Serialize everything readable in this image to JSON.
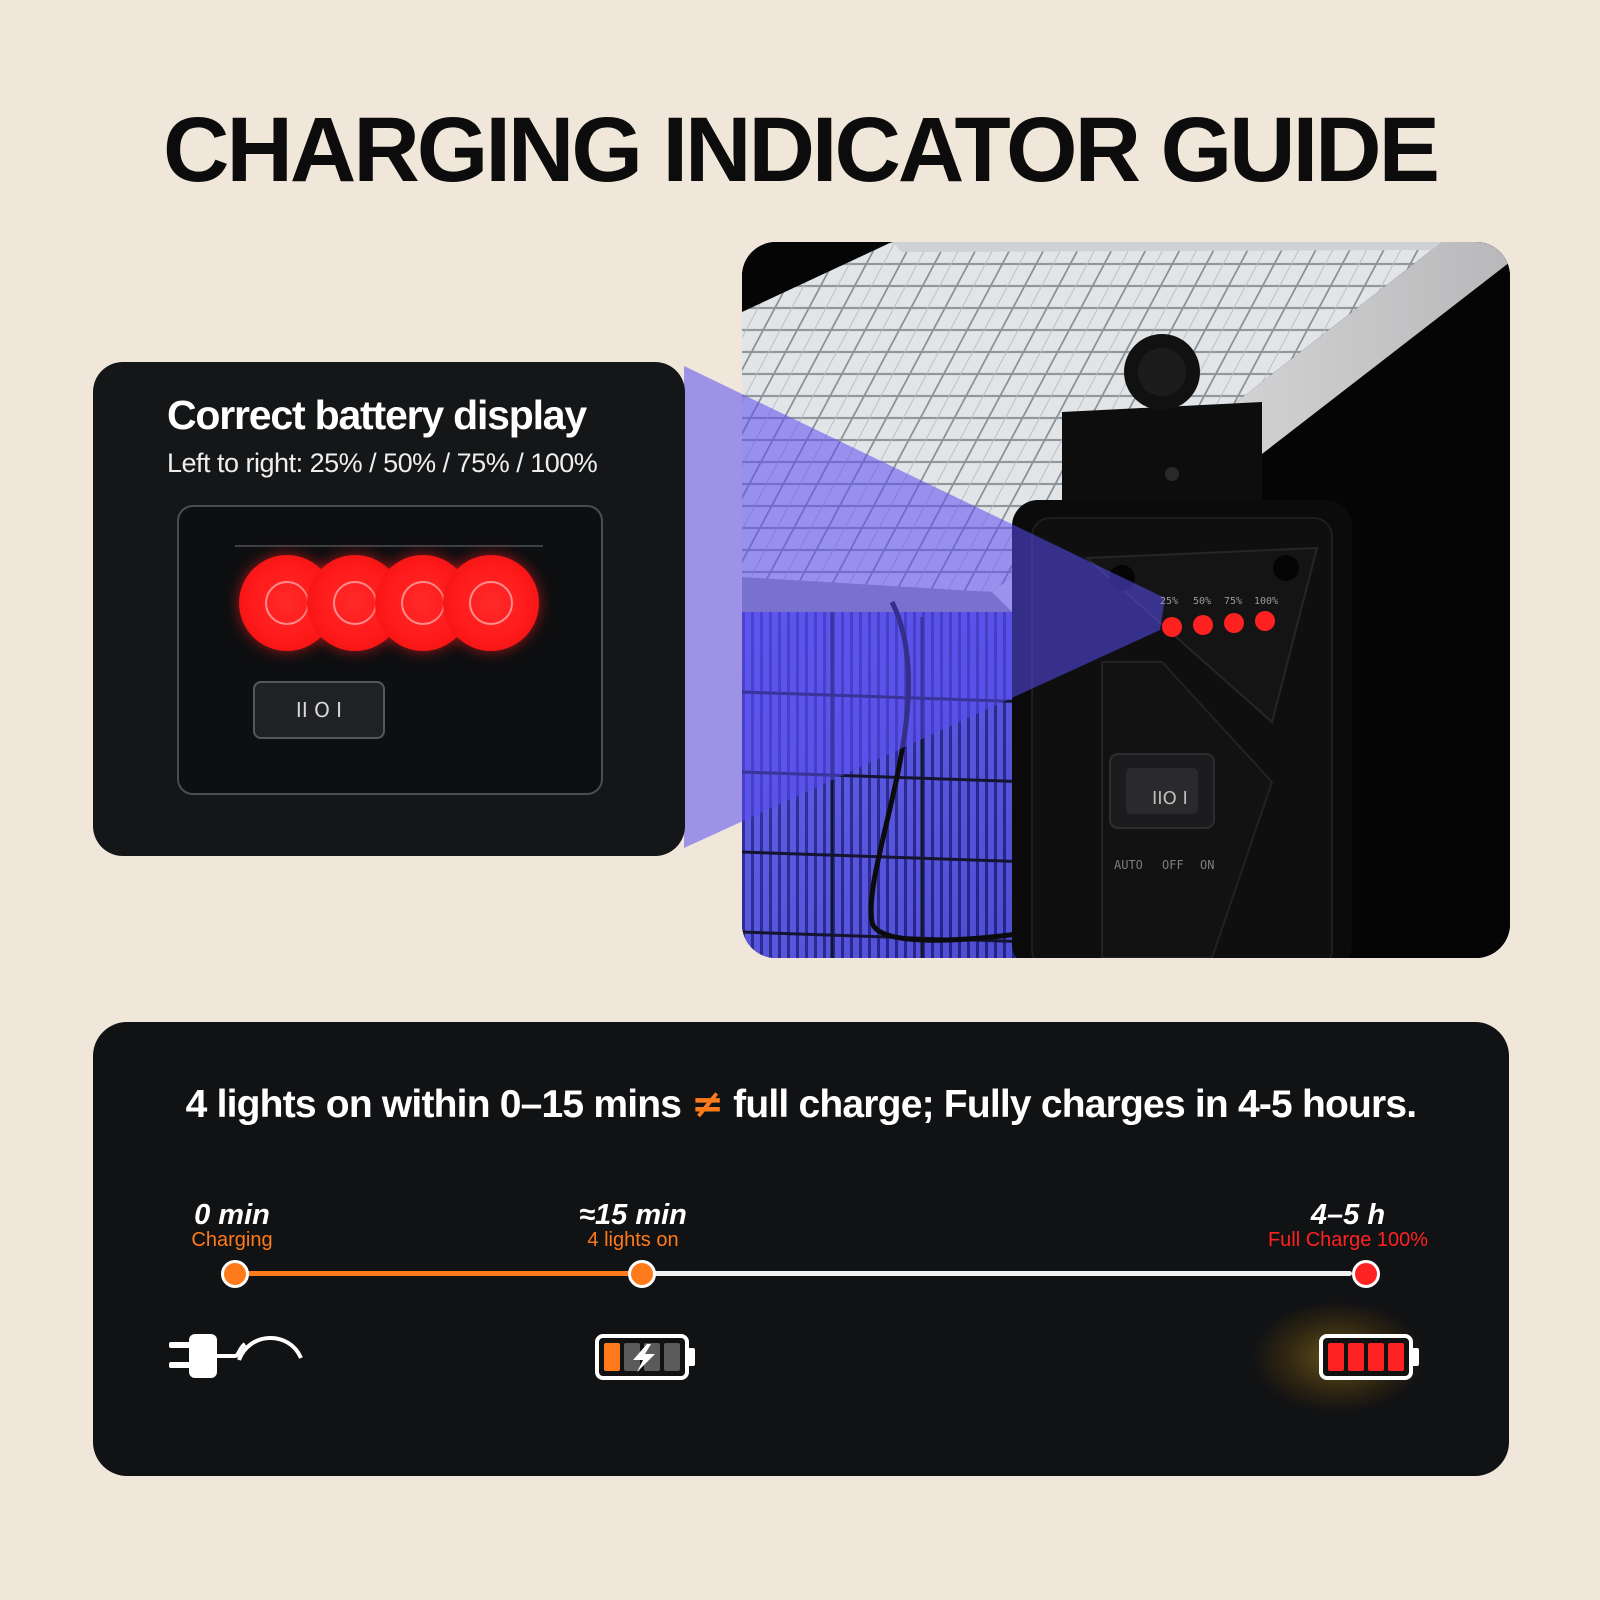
{
  "title": "CHARGING INDICATOR GUIDE",
  "callout": {
    "title": "Correct battery display",
    "subtitle": "Left to right: 25% / 50% / 75% / 100%",
    "switch_label": "II O I"
  },
  "device": {
    "led_labels": [
      "25%",
      "50%",
      "75%",
      "100%"
    ],
    "switch_label": "IIO I",
    "switch_positions": [
      "AUTO",
      "OFF",
      "ON"
    ]
  },
  "info": {
    "headline_left": "4 lights on within 0–15 mins",
    "headline_symbol": "≠",
    "headline_right": "full charge; Fully charges in 4-5 hours.",
    "milestones": [
      {
        "time": "0 min",
        "status": "Charging",
        "icon": "plug-icon"
      },
      {
        "time": "≈15 min",
        "status": "4 lights on",
        "icon": "battery-charging-icon"
      },
      {
        "time": "4–5 h",
        "status": "Full Charge 100%",
        "icon": "battery-full-icon"
      }
    ]
  },
  "colors": {
    "background": "#f0e6da",
    "card": "#141618",
    "accent_orange": "#ff7a1a",
    "led_red": "#ff1a1a",
    "full_red": "#ff2222"
  }
}
